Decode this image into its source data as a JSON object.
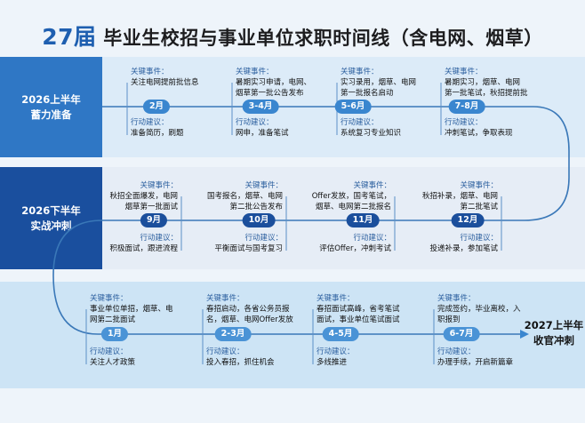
{
  "title": {
    "highlight": "27届",
    "text": "毕业生校招与事业单位求职时间线（含电网、烟草）"
  },
  "labels": {
    "event": "关键事件：",
    "advice": "行动建议："
  },
  "phases": [
    {
      "line1": "2026上半年",
      "line2": "蓄力准备"
    },
    {
      "line1": "2026下半年",
      "line2": "实战冲刺"
    }
  ],
  "ending": {
    "line1": "2027上半年",
    "line2": "收官冲刺"
  },
  "colors": {
    "phase1": "#2f77c5",
    "phase2": "#1a4f9e",
    "line": "#3a78b8"
  },
  "rows": [
    [
      {
        "month": "2月",
        "event": [
          "关注电网提前批信息"
        ],
        "advice": "准备简历，刷题"
      },
      {
        "month": "3-4月",
        "event": [
          "暑期实习申请，电网、",
          "烟草第一批公告发布"
        ],
        "advice": "网申，准备笔试"
      },
      {
        "month": "5-6月",
        "event": [
          "实习录用，烟草、电网",
          "第一批报名启动"
        ],
        "advice": "系统复习专业知识"
      },
      {
        "month": "7-8月",
        "event": [
          "暑期实习，烟草、电网",
          "第一批笔试，秋招提前批"
        ],
        "advice": "冲刺笔试，争取表现"
      }
    ],
    [
      {
        "month": "9月",
        "event": [
          "秋招全面爆发，电网",
          "烟草第一批面试"
        ],
        "advice": "积极面试，跟进流程"
      },
      {
        "month": "10月",
        "event": [
          "国考报名，烟草、电网",
          "第二批公告发布"
        ],
        "advice": "平衡面试与国考复习"
      },
      {
        "month": "11月",
        "event": [
          "Offer发放，国考笔试，",
          "烟草、电网第二批报名"
        ],
        "advice": "评估Offer，冲刺考试"
      },
      {
        "month": "12月",
        "event": [
          "秋招补录，烟草、电网",
          "第二批笔试"
        ],
        "advice": "投递补录，参加笔试"
      }
    ],
    [
      {
        "month": "1月",
        "event": [
          "事业单位单招，烟草、电",
          "网第二批面试"
        ],
        "advice": "关注人才政策"
      },
      {
        "month": "2-3月",
        "event": [
          "春招启动，各省公务员报",
          "名，烟草、电网Offer发放"
        ],
        "advice": "投入春招，抓住机会"
      },
      {
        "month": "4-5月",
        "event": [
          "春招面试高峰，省考笔试",
          "面试，事业单位笔试面试"
        ],
        "advice": "多线推进"
      },
      {
        "month": "6-7月",
        "event": [
          "完成签约，毕业离校，入",
          "职报到"
        ],
        "advice": "办理手续，开启新篇章"
      }
    ]
  ]
}
